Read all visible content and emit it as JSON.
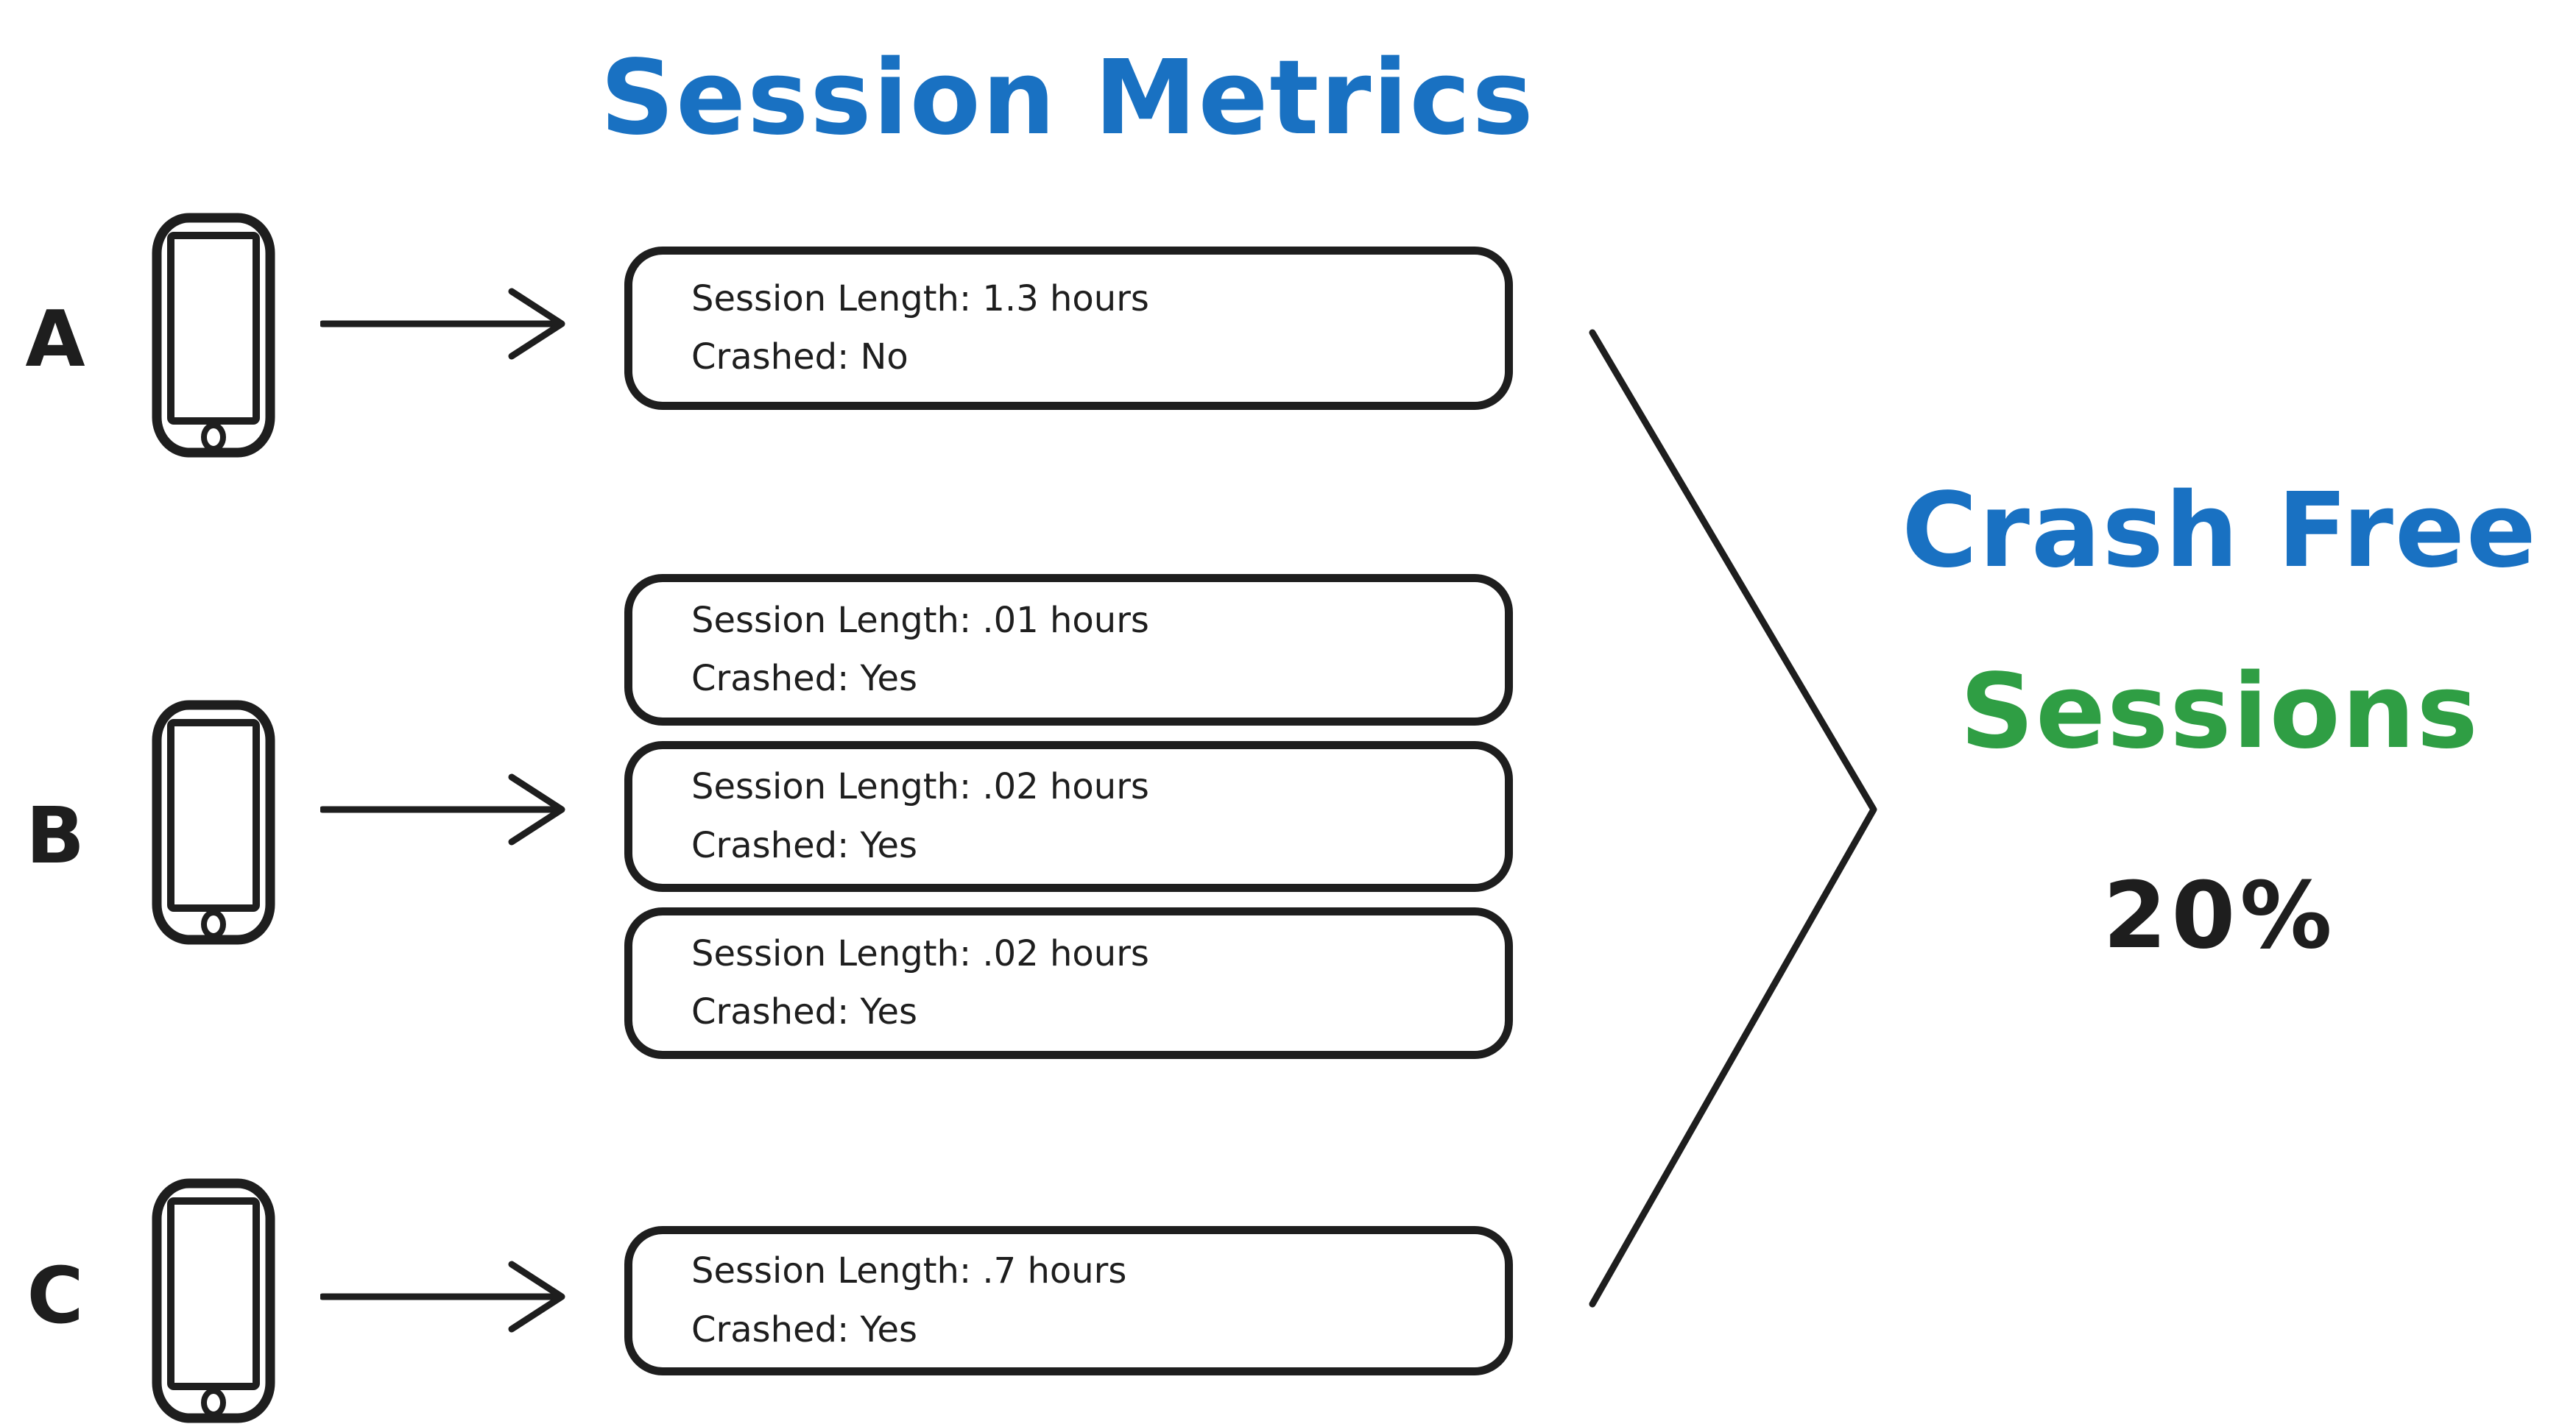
{
  "title": "Session Metrics",
  "colors": {
    "title": "#1971c2",
    "result_heading": "#1971c2",
    "result_subheading": "#2f9e44",
    "ink": "#1e1e1e",
    "background": "#ffffff"
  },
  "devices": [
    {
      "label": "A"
    },
    {
      "label": "B"
    },
    {
      "label": "C"
    }
  ],
  "session_boxes": [
    {
      "device": "A",
      "length": "Session Length: 1.3 hours",
      "crashed": "Crashed: No"
    },
    {
      "device": "B",
      "length": "Session Length: .01 hours",
      "crashed": "Crashed: Yes"
    },
    {
      "device": "B",
      "length": "Session Length: .02 hours",
      "crashed": "Crashed: Yes"
    },
    {
      "device": "B",
      "length": "Session Length: .02 hours",
      "crashed": "Crashed: Yes"
    },
    {
      "device": "C",
      "length": "Session Length: .7 hours",
      "crashed": "Crashed: Yes"
    }
  ],
  "result": {
    "heading": "Crash Free",
    "subheading": "Sessions",
    "value": "20%"
  }
}
